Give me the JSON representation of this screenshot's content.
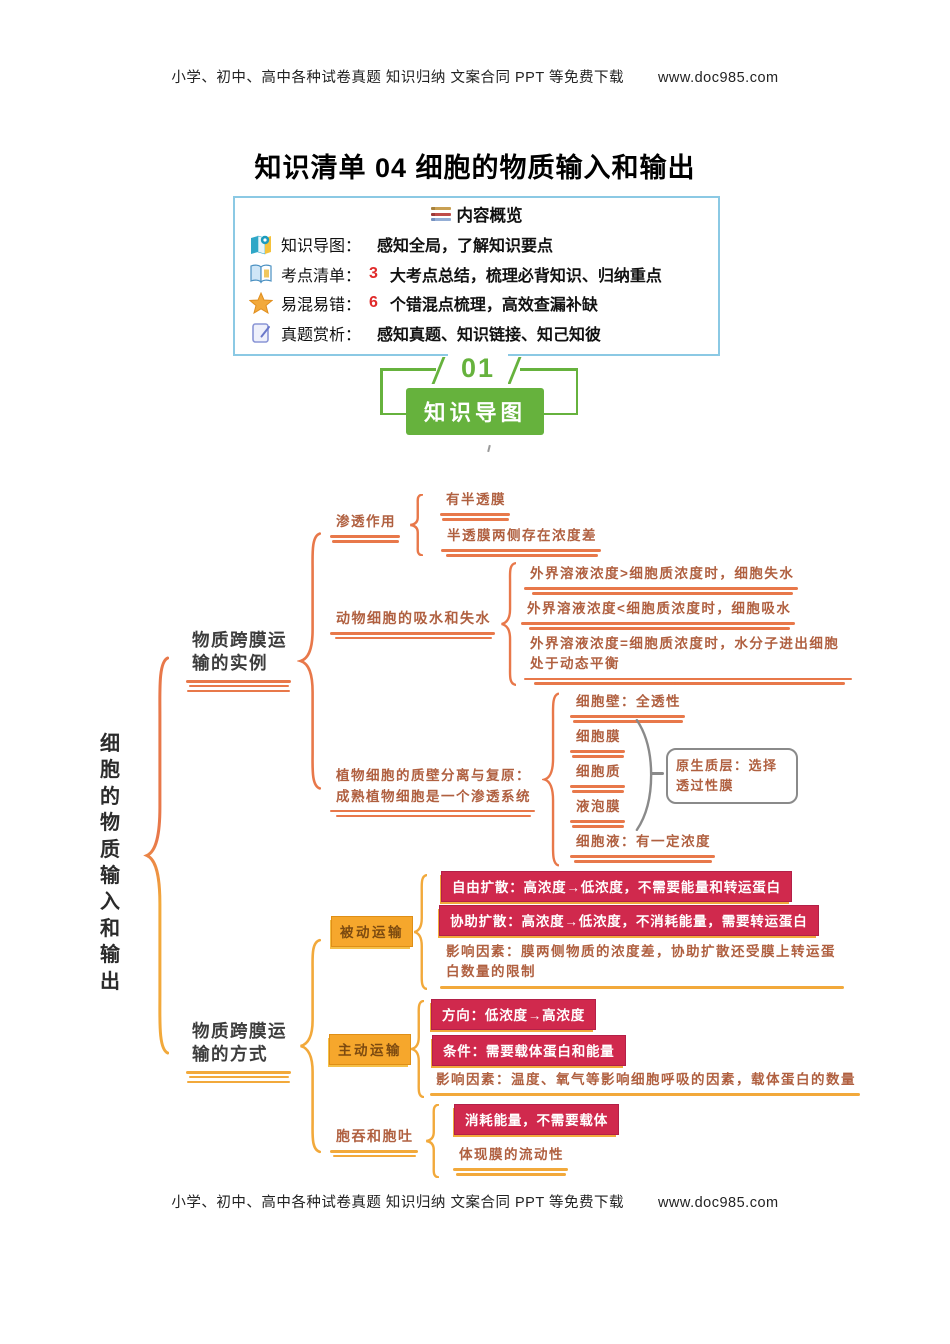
{
  "header": {
    "text": "小学、初中、高中各种试卷真题  知识归纳  文案合同  PPT 等免费下载",
    "link": "www.doc985.com"
  },
  "footer": {
    "text": "小学、初中、高中各种试卷真题  知识归纳  文案合同  PPT 等免费下载",
    "link": "www.doc985.com"
  },
  "title": "知识清单 04 细胞的物质输入和输出",
  "overview": {
    "heading": "内容概览",
    "items": [
      {
        "icon": "map-icon",
        "label": "知识导图：",
        "num": "",
        "desc": "感知全局，了解知识要点"
      },
      {
        "icon": "book-icon",
        "label": "考点清单：",
        "num": "3",
        "desc": "大考点总结，梳理必背知识、归纳重点"
      },
      {
        "icon": "star-icon",
        "label": "易混易错：",
        "num": "6",
        "desc": "个错混点梳理，高效查漏补缺"
      },
      {
        "icon": "tablet-icon",
        "label": "真题赏析：",
        "num": "",
        "desc": "感知真题、知识链接、知己知彼"
      }
    ]
  },
  "section": {
    "number": "01",
    "button": "知识导图"
  },
  "mindmap": {
    "root": "细胞的物质输入和输出",
    "branch1": {
      "label": "物质跨膜运\n输的实例",
      "osmosis": {
        "label": "渗透作用",
        "c1": "有半透膜",
        "c2": "半透膜两侧存在浓度差"
      },
      "animal": {
        "label": "动物细胞的吸水和失水",
        "c1": "外界溶液浓度>细胞质浓度时，细胞失水",
        "c2": "外界溶液浓度<细胞质浓度时，细胞吸水",
        "c3": "外界溶液浓度=细胞质浓度时，水分子进出细胞处于动态平衡"
      },
      "plant": {
        "label": "植物细胞的质壁分离与复原：\n成熟植物细胞是一个渗透系统",
        "wall": "细胞壁：全透性",
        "membrane": "细胞膜",
        "cytoplasm": "细胞质",
        "tonoplast": "液泡膜",
        "protoplast": "原生质层：选择透过性膜",
        "sap": "细胞液：有一定浓度"
      }
    },
    "branch2": {
      "label": "物质跨膜运\n输的方式",
      "passive": {
        "label": "被动运输",
        "free": "自由扩散：高浓度→低浓度，不需要能量和转运蛋白",
        "facilitated": "协助扩散：高浓度→低浓度，不消耗能量，需要转运蛋白",
        "factors": "影响因素：膜两侧物质的浓度差，协助扩散还受膜上转运蛋白数量的限制"
      },
      "active": {
        "label": "主动运输",
        "direction": "方向：低浓度→高浓度",
        "condition": "条件：需要载体蛋白和能量",
        "factors": "影响因素：温度、氧气等影响细胞呼吸的因素，载体蛋白的数量"
      },
      "endocytosis": {
        "label": "胞吞和胞吐",
        "energy": "消耗能量，不需要载体",
        "fluidity": "体现膜的流动性"
      }
    }
  },
  "colors": {
    "green": "#66b23d",
    "light_blue": "#8bc9e4",
    "orange": "#e8784a",
    "yellow": "#f2a93b",
    "crimson": "#d0294d",
    "brown": "#b06040",
    "red_accent": "#e02a2a",
    "tag_orange": "#f6a72c"
  }
}
